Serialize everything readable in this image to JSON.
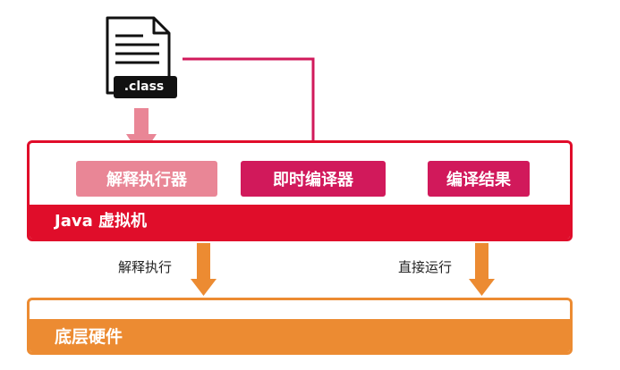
{
  "file": {
    "label": ".class"
  },
  "jvm": {
    "label": "Java 虚拟机",
    "nodes": {
      "interpreter": "解释执行器",
      "jit": "即时编译器",
      "result": "编译结果"
    }
  },
  "edges": {
    "interpret": "解释执行",
    "direct": "直接运行"
  },
  "hardware": {
    "label": "底层硬件"
  },
  "colors": {
    "jvm_red": "#e00d2a",
    "interpreter_pink": "#e98696",
    "jit_magenta": "#d1195b",
    "hardware_orange": "#ec8b32"
  }
}
